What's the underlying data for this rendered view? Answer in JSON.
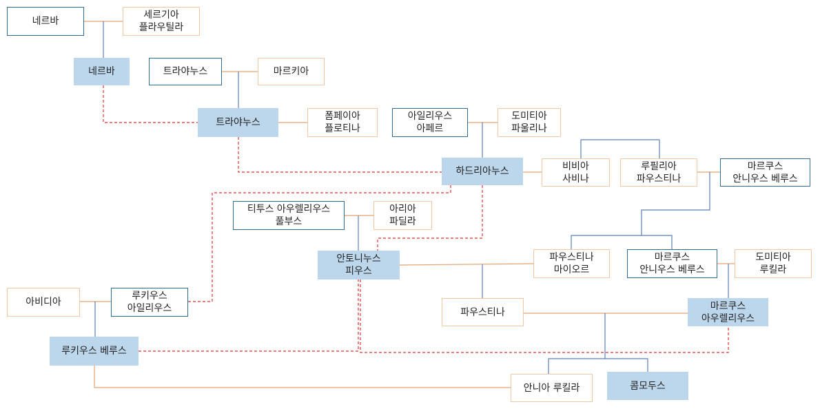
{
  "diagram": {
    "nodes": {
      "nerva_parent": "네르바",
      "sergia": "세르기아\n플라우틸라",
      "nerva": "네르바",
      "trajan_parent": "트라야누스",
      "marcia": "마르키아",
      "trajan": "트라야누스",
      "pompeia": "폼페이아\n플로티나",
      "aelius_afer": "아일리우스\n아페르",
      "domitia_paulina": "도미티아\n파울리나",
      "hadrian": "하드리아누스",
      "vibia": "비비아\n사비나",
      "rupilia": "루필리아\n파우스티나",
      "marcus_annius": "마르쿠스\n안니우스 베루스",
      "titus_aurelius": "티투스 아우렐리우스\n풀부스",
      "arria": "아리아\n파딜라",
      "antoninus": "안토니누스\n피우스",
      "faustina_major": "파우스티나\n마이오르",
      "marcus_annius_2": "마르쿠스\n안니우스 베루스",
      "domitia_lucilla": "도미티아\n루킬라",
      "avidia": "아비디아",
      "lucius_aelius": "루키우스\n아일리우스",
      "faustina_minor": "파우스티나",
      "marcus_aurelius": "마르쿠스\n아우렐리우스",
      "lucius_verus": "루키우스 베루스",
      "annia_lucilla": "안니아 루킬라",
      "commodus": "콤모두스"
    },
    "colors": {
      "blue_border": "#2e6a92",
      "orange_border": "#f2c7a3",
      "filled": "#bcd6ec",
      "blue_line": "#5b7fb8",
      "orange_line": "#e6a070",
      "adoption_line": "#e03030"
    }
  }
}
